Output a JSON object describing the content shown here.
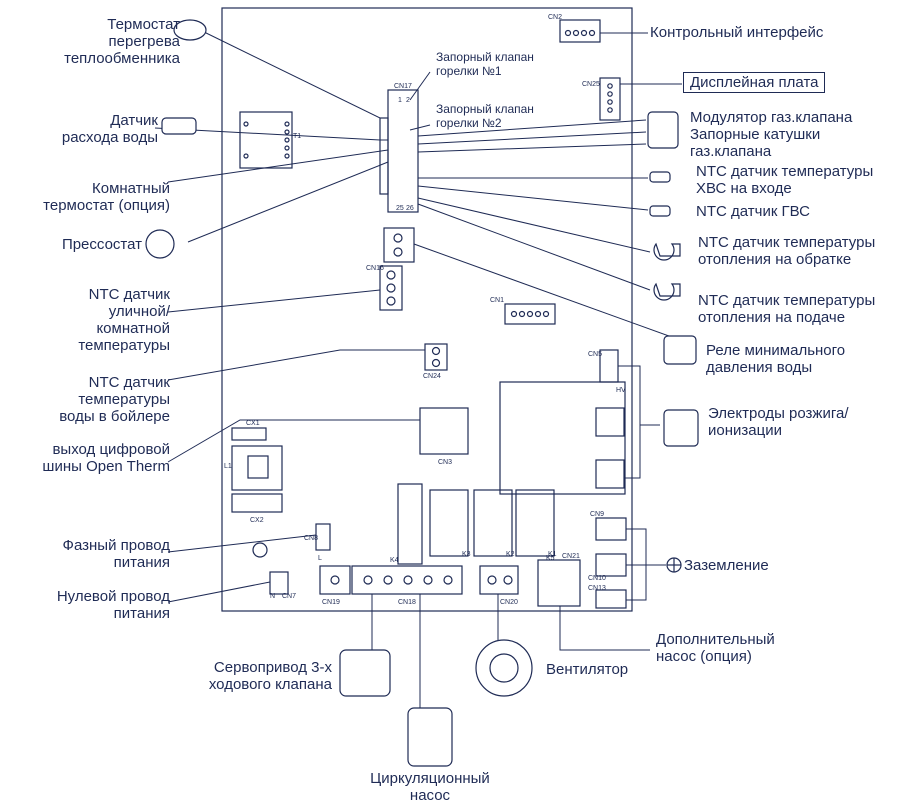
{
  "labels": {
    "thermostat_overheat": "Термостат\nперегрева\nтеплообменника",
    "flow_sensor": "Датчик\nрасхода воды",
    "room_thermostat": "Комнатный\nтермостат (опция)",
    "pressure_switch": "Прессостат",
    "ntc_outdoor": "NTC датчик\nуличной/\nкомнатной\nтемпературы",
    "ntc_boiler": "NTC датчик\nтемпературы\nводы в бойлере",
    "opentherm": "выход цифровой\nшины Open Therm",
    "phase_wire": "Фазный провод\nпитания",
    "neutral_wire": "Нулевой провод\nпитания",
    "servo_3way": "Сервопривод 3-х\nходового клапана",
    "circ_pump": "Циркуляционный\nнасос",
    "fan": "Вентилятор",
    "aux_pump": "Дополнительный\nнасос (опция)",
    "grounding": "Заземление",
    "ignition": "Электроды розжига/\nионизации",
    "min_pressure_relay": "Реле минимального\nдавления воды",
    "ntc_heating_supply": "NTC датчик температуры\nотопления на подаче",
    "ntc_heating_return": "NTC датчик температуры\nотопления на обратке",
    "ntc_dhw": "NTC датчик ГВС",
    "ntc_cold_in": "NTC датчик температуры\nХВС на входе",
    "gas_modulator": "Модулятор газ.клапана",
    "gas_coils": "Запорные катушки\nгаз.клапана",
    "display_board": "Дисплейная плата",
    "control_interface": "Контрольный интерфейс",
    "shutoff_1": "Запорный клапан\nгорелки №1",
    "shutoff_2": "Запорный клапан\nгорелки №2"
  },
  "connectors": {
    "cn2": "CN2",
    "cn17": "CN17",
    "cn25": "CN25",
    "cn1": "CN1",
    "cn16": "CN16",
    "cn24": "CN24",
    "cn5": "CN5",
    "cn3": "CN3",
    "cx1": "CX1",
    "cx2": "CX2",
    "l1": "L1",
    "t1": "T1",
    "cn8": "CN8",
    "cn7": "CN7",
    "cn19": "CN19",
    "cn18": "CN18",
    "cn20": "CN20",
    "cn21": "CN21",
    "cn9": "CN9",
    "cn10": "CN10",
    "cn13": "CN13",
    "k4": "K4",
    "k3": "K3",
    "k2": "K2",
    "k1": "K1",
    "k5": "K5",
    "hv": "HV",
    "l": "L",
    "n": "N",
    "pin1": "1",
    "pin2": "2",
    "pin25": "25",
    "pin26": "26"
  },
  "colors": {
    "line": "#1f2b55",
    "board": "#1f2b55",
    "background": "#ffffff"
  }
}
